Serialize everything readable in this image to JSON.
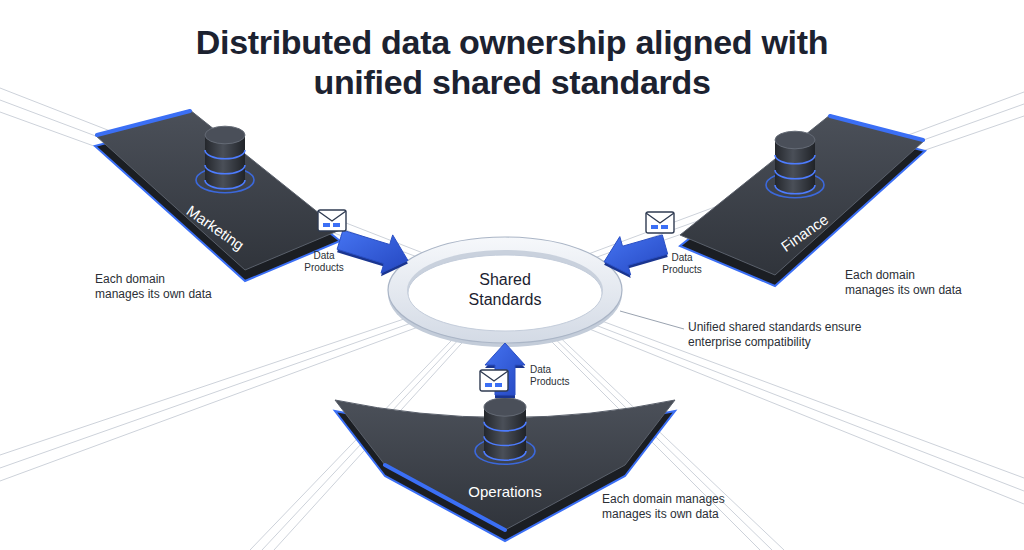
{
  "diagram": {
    "title": "Distributed data ownership aligned with unified shared standards",
    "nodes": [
      {
        "text": [
          "Marketing"
        ]
      },
      {
        "text": [
          "Finance"
        ]
      },
      {
        "text": [
          "Shared Standards"
        ]
      },
      {
        "text": [
          "Operations"
        ]
      }
    ],
    "edges": [
      {
        "from": 0,
        "to": 2,
        "arrow": "to",
        "label": "Data Products"
      },
      {
        "from": 1,
        "to": 2,
        "arrow": "to",
        "label": "Data Products"
      },
      {
        "from": 3,
        "to": 2,
        "arrow": "to",
        "label": "Data Products"
      }
    ],
    "labels": [
      "Each domain manages its own data",
      "Each domain manages its own data",
      "Unified shared standards ensure enterprise compatibility",
      "Each domain manages manages its own data"
    ]
  }
}
